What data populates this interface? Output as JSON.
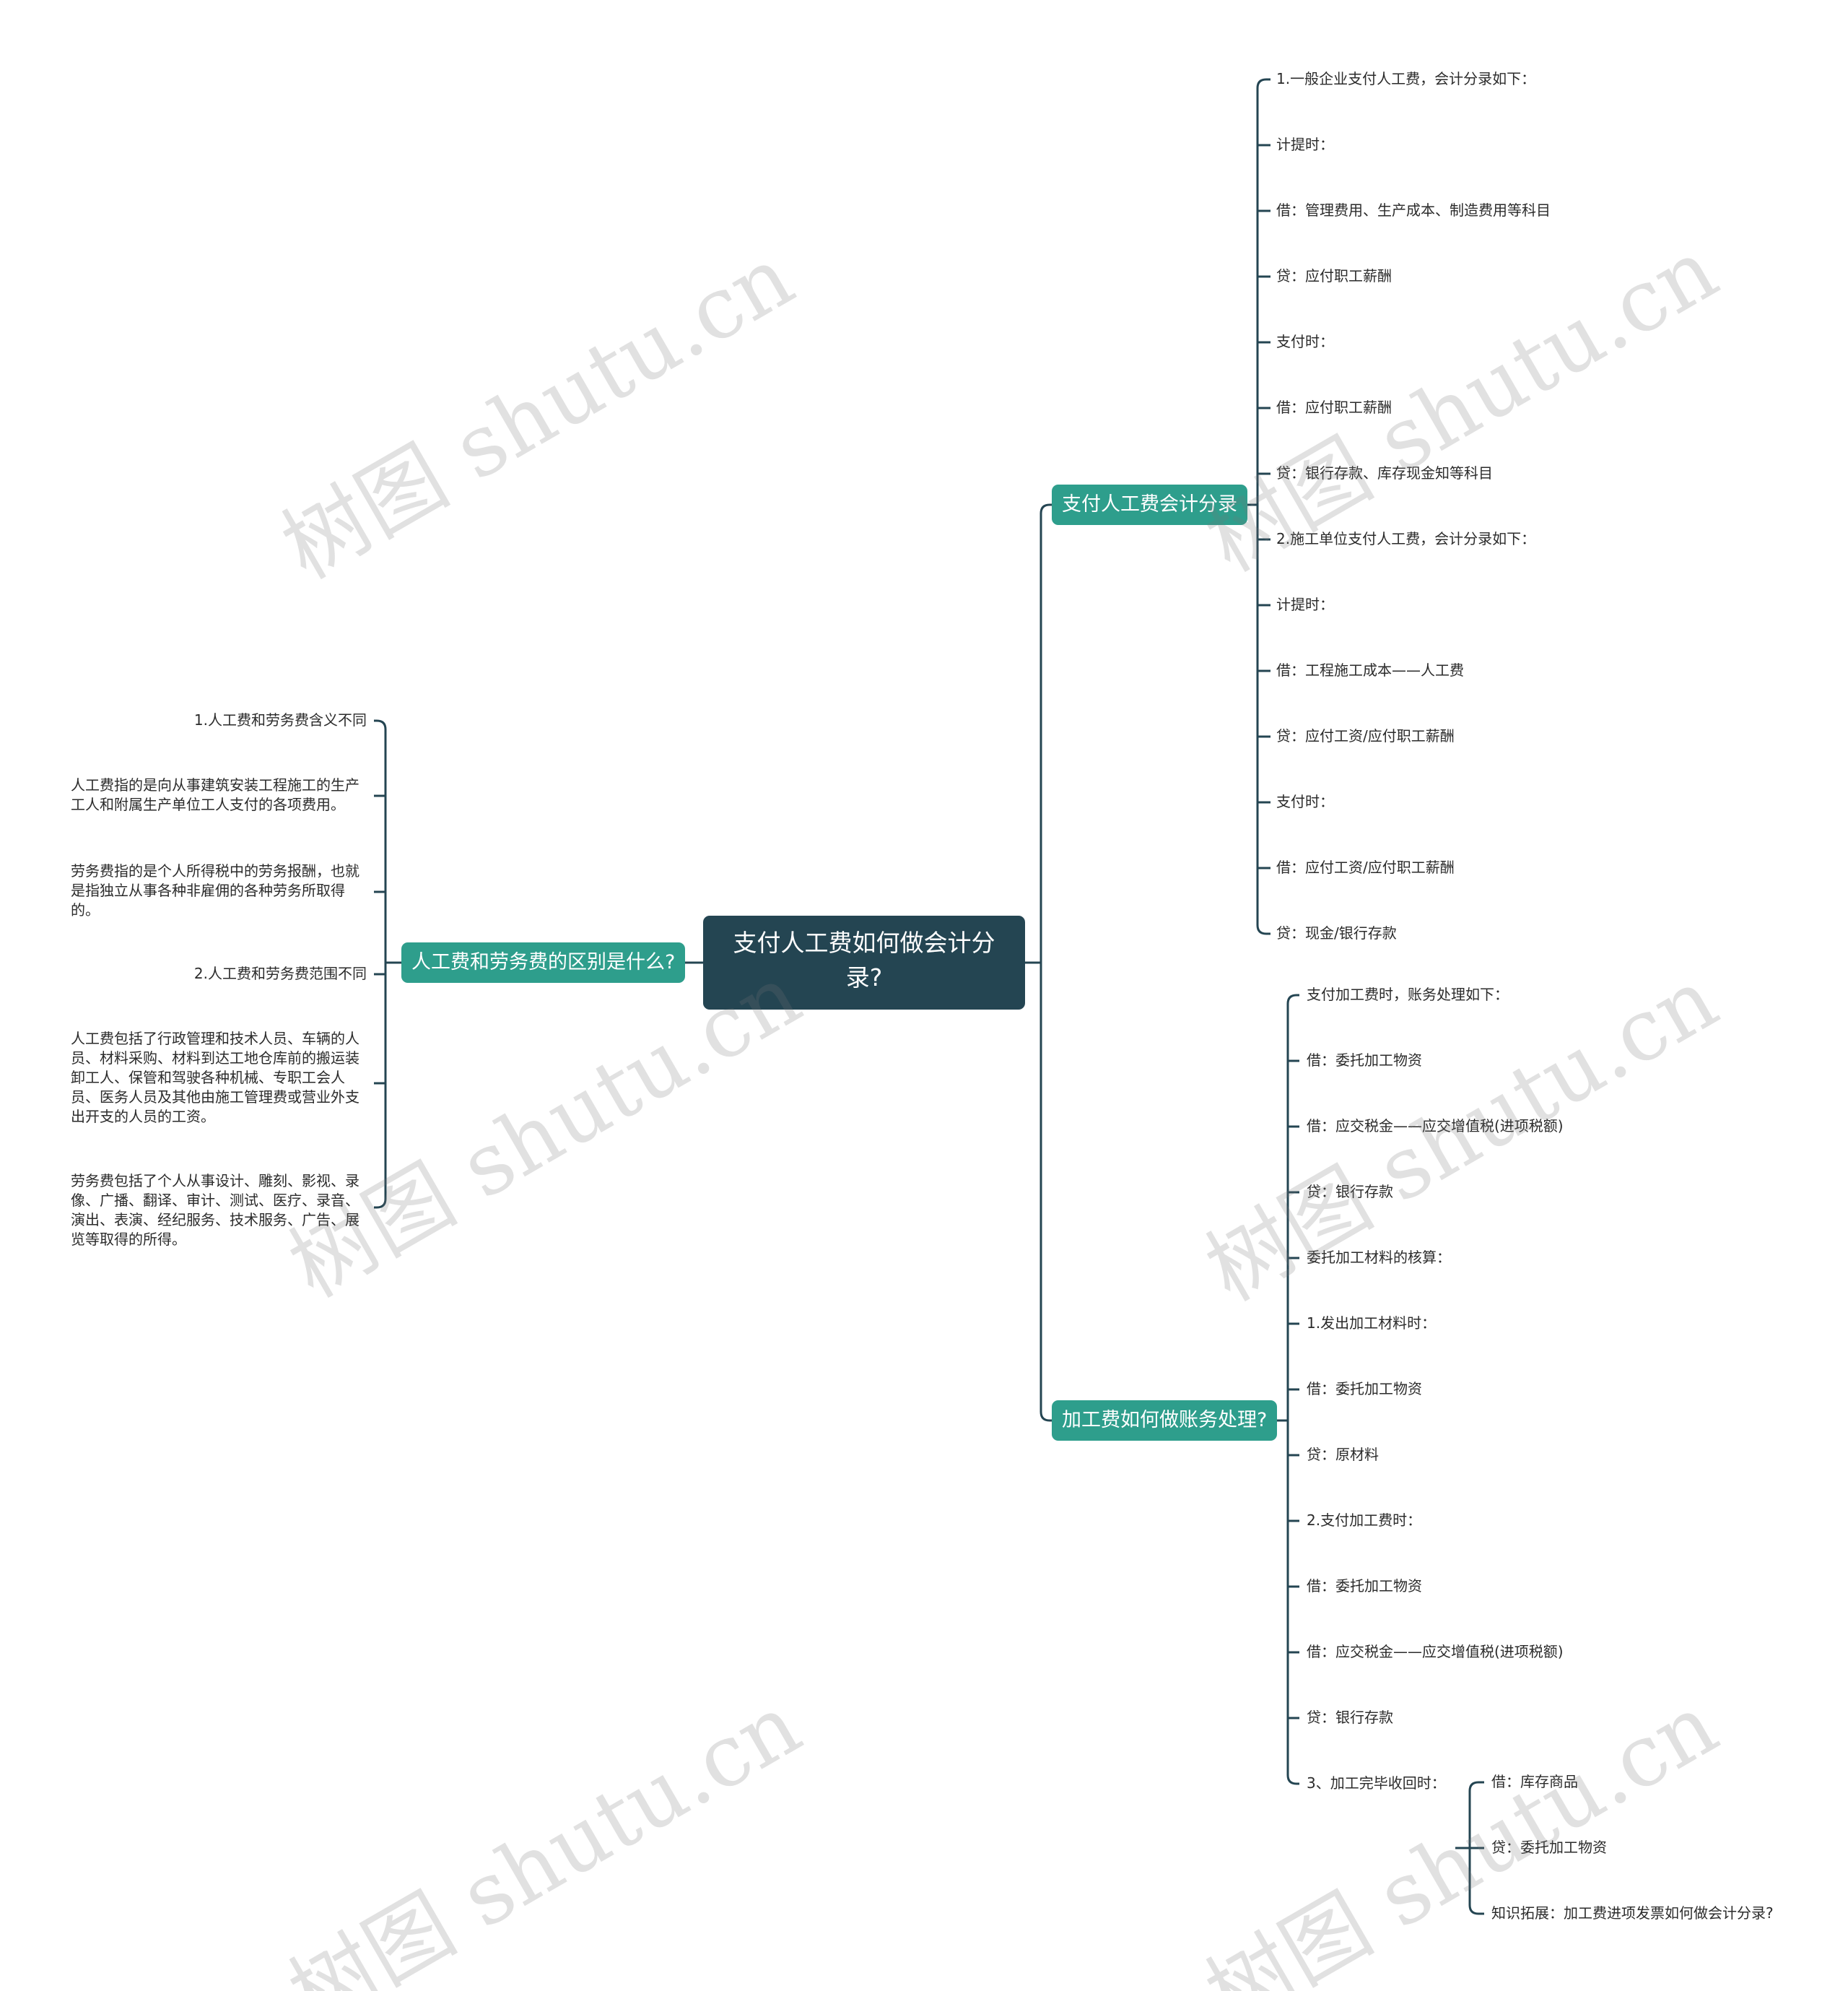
{
  "root": {
    "title": "支付人工费如何做会计分录?"
  },
  "branches": {
    "accounting": {
      "label": "支付人工费会计分录",
      "items": [
        "1.一般企业支付人工费，会计分录如下：",
        "计提时：",
        "借：管理费用、生产成本、制造费用等科目",
        "贷：应付职工薪酬",
        "支付时：",
        "借：应付职工薪酬",
        "贷：银行存款、库存现金知等科目",
        "2.施工单位支付人工费，会计分录如下：",
        "计提时：",
        "借：工程施工成本——人工费",
        "贷：应付工资/应付职工薪酬",
        "支付时：",
        "借：应付工资/应付职工薪酬",
        "贷：现金/银行存款"
      ]
    },
    "processing": {
      "label": "加工费如何做账务处理?",
      "items": [
        "支付加工费时，账务处理如下：",
        "借：委托加工物资",
        "借：应交税金——应交增值税(进项税额)",
        "贷：银行存款",
        "委托加工材料的核算：",
        "1.发出加工材料时：",
        "借：委托加工物资",
        "贷：原材料",
        "2.支付加工费时：",
        "借：委托加工物资",
        "借：应交税金——应交增值税(进项税额)",
        "贷：银行存款",
        "3、加工完毕收回时："
      ],
      "sub_items": [
        "借：库存商品",
        "贷：委托加工物资",
        "知识拓展：加工费进项发票如何做会计分录?"
      ]
    },
    "difference": {
      "label": "人工费和劳务费的区别是什么?",
      "items": [
        "1.人工费和劳务费含义不同",
        "人工费指的是向从事建筑安装工程施工的生产工人和附属生产单位工人支付的各项费用。",
        "劳务费指的是个人所得税中的劳务报酬，也就是指独立从事各种非雇佣的各种劳务所取得的。",
        "2.人工费和劳务费范围不同",
        "人工费包括了行政管理和技术人员、车辆的人员、材料采购、材料到达工地仓库前的搬运装卸工人、保管和驾驶各种机械、专职工会人员、医务人员及其他由施工管理费或营业外支出开支的人员的工资。",
        "劳务费包括了个人从事设计、雕刻、影视、录像、广播、翻译、审计、测试、医疗、录音、演出、表演、经纪服务、技术服务、广告、展览等取得的所得。"
      ]
    }
  },
  "watermark": "树图 shutu.cn",
  "colors": {
    "root": "#244552",
    "branch": "#2e9e8c",
    "line": "#244552"
  }
}
